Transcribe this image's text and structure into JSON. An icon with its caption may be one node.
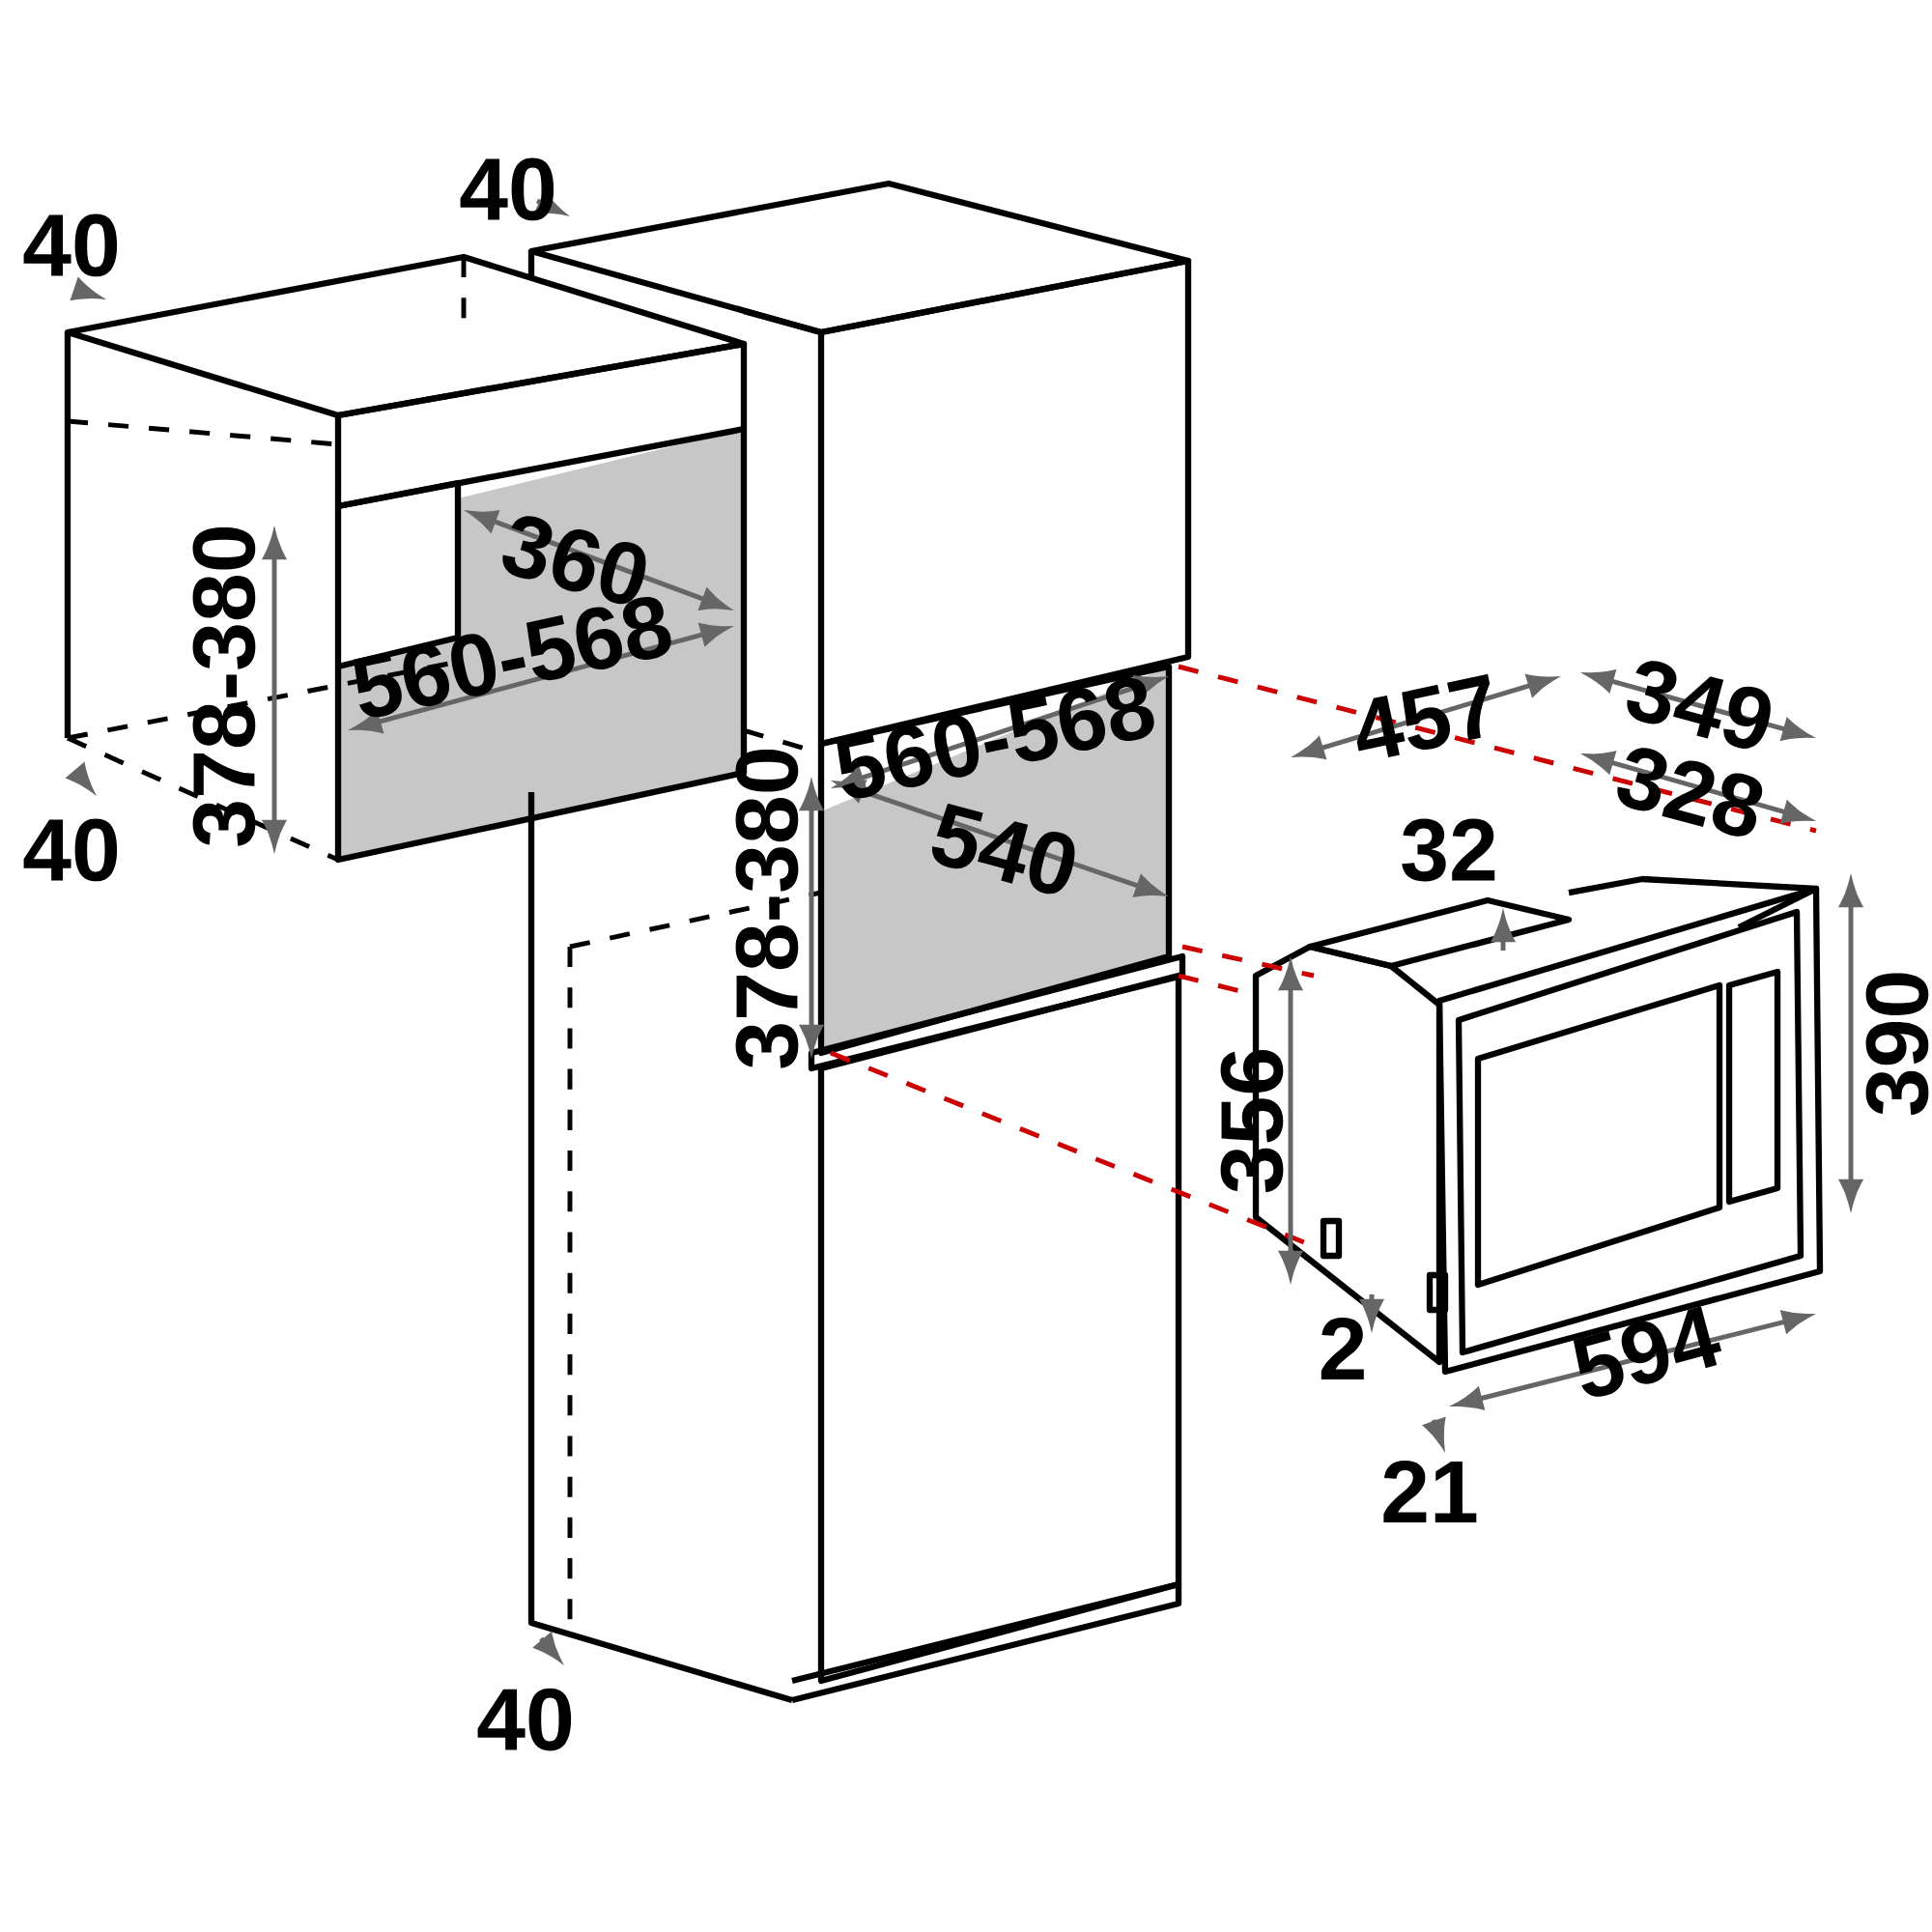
{
  "diagram": {
    "labels": [
      "40",
      "40",
      "360",
      "378-380",
      "560-568",
      "40",
      "560-568",
      "457",
      "349",
      "328",
      "32",
      "540",
      "378-380",
      "390",
      "356",
      "2",
      "594",
      "21",
      "40"
    ]
  }
}
